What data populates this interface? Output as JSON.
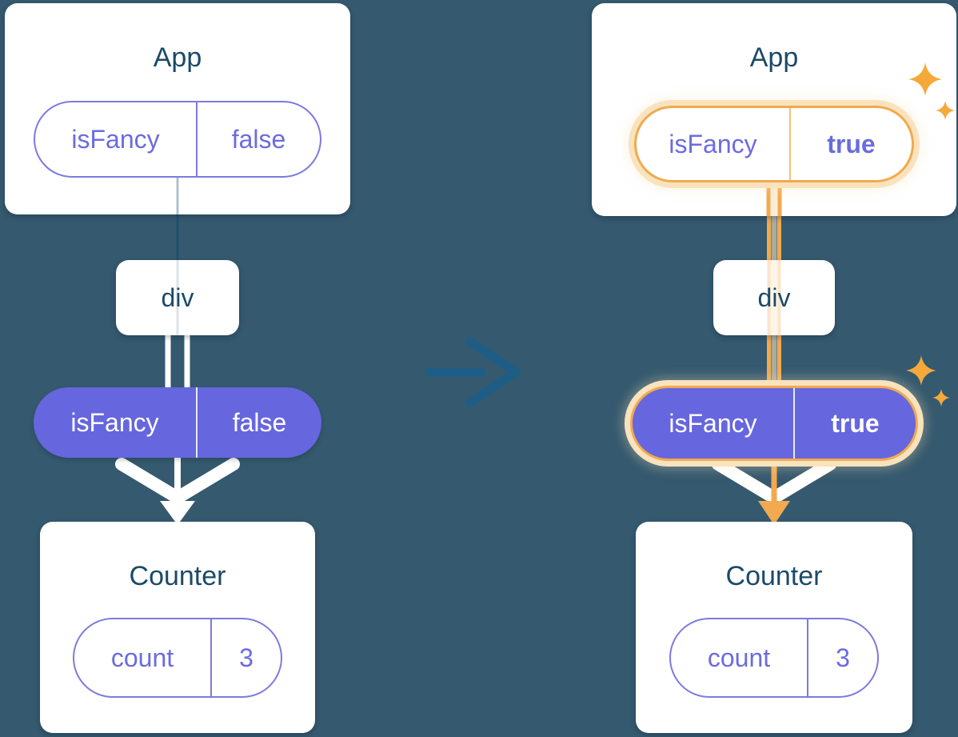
{
  "colors": {
    "background": "#35596E",
    "card_bg": "#FFFFFF",
    "heading_text": "#1B4A68",
    "purple_text": "#6B6BE1",
    "purple_pill_bg": "#6666DE",
    "purple_border": "#7B7BE0",
    "highlight_orange": "#F2A94F",
    "highlight_glow": "#F8E3BD",
    "sparkle_orange": "#F5A93B",
    "transition_arrow_blue": "#1E5D85",
    "connector_white": "#FFFFFF",
    "connector_dark": "#20506F"
  },
  "left": {
    "app": {
      "title": "App",
      "pill": {
        "label": "isFancy",
        "value": "false"
      }
    },
    "div": {
      "title": "div"
    },
    "propPill": {
      "label": "isFancy",
      "value": "false"
    },
    "counter": {
      "title": "Counter",
      "pill": {
        "label": "count",
        "value": "3"
      }
    }
  },
  "right": {
    "app": {
      "title": "App",
      "pill": {
        "label": "isFancy",
        "value": "true",
        "highlighted": true
      }
    },
    "div": {
      "title": "div"
    },
    "propPill": {
      "label": "isFancy",
      "value": "true",
      "highlighted": true
    },
    "counter": {
      "title": "Counter",
      "pill": {
        "label": "count",
        "value": "3"
      }
    }
  }
}
